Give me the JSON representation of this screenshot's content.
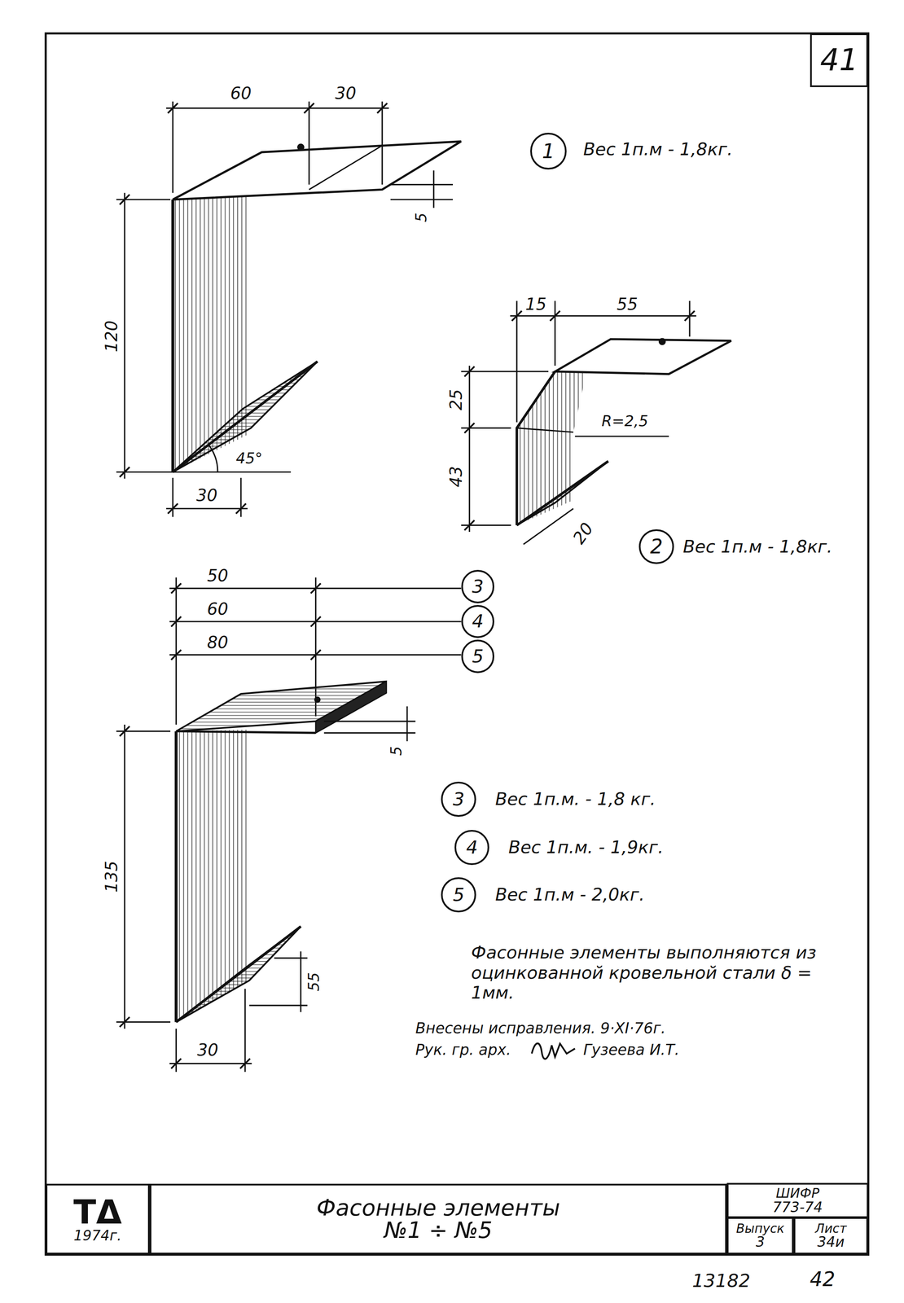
{
  "diagram": {
    "nodes": [
      {
        "text": [
          "41"
        ]
      },
      {
        "text": [
          "1"
        ]
      },
      {
        "text": [
          "2"
        ]
      },
      {
        "text": [
          "3"
        ]
      },
      {
        "text": [
          "4"
        ]
      },
      {
        "text": [
          "5"
        ]
      },
      {
        "text": [
          "3"
        ]
      },
      {
        "text": [
          "4"
        ]
      },
      {
        "text": [
          "5"
        ]
      },
      {
        "text": [
          "ТΔ",
          "1974г."
        ]
      },
      {
        "text": [
          "Фасонные элементы №1 ÷ №5"
        ]
      },
      {
        "text": [
          "ШИФР",
          "773-74"
        ]
      },
      {
        "text": [
          "Выпуск",
          "3"
        ]
      },
      {
        "text": [
          "Лист",
          "34и"
        ]
      }
    ],
    "labels": [
      "60",
      "30",
      "5",
      "120",
      "45°",
      "30",
      "Вес 1п.м - 1,8кг.",
      "15",
      "55",
      "25",
      "R=2,5",
      "43",
      "20",
      "Вес 1п.м - 1,8кг.",
      "50",
      "60",
      "80",
      "5",
      "135",
      "55",
      "30",
      "Вес 1п.м. - 1,8 кг.",
      "Вес 1п.м. - 1,9кг.",
      "Вес 1п.м - 2,0кг.",
      "Фасонные элементы выполняются из оцинкованной кровельной стали δ = 1мм.",
      "Внесены исправления. 9·XI·76г.",
      "Рук. гр. арх.",
      "Гузеева И.Т.",
      "13182",
      "42"
    ]
  }
}
